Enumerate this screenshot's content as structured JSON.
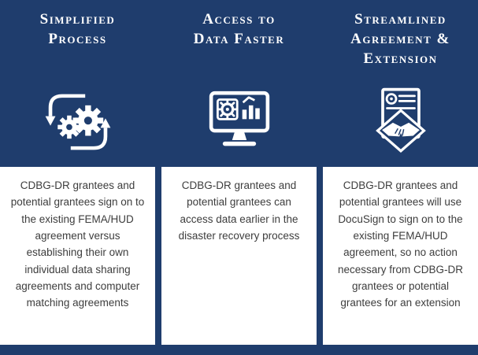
{
  "theme": {
    "background_navy": "#1f3d6d",
    "card_background": "#ffffff",
    "title_color": "#ffffff",
    "body_text_color": "#3d3d3d"
  },
  "columns": [
    {
      "title": "Simplified\nProcess",
      "icon": "process-cycle-gears-icon",
      "body": "CDBG-DR grantees and potential grantees sign on to the existing FEMA/HUD agreement versus establishing their own individual data sharing agreements and computer matching agreements"
    },
    {
      "title": "Access to\nData Faster",
      "icon": "monitor-analytics-icon",
      "body": "CDBG-DR grantees and potential grantees can access data earlier in the disaster recovery process"
    },
    {
      "title": "Streamlined\nAgreement &\nExtension",
      "icon": "document-handshake-icon",
      "body": "CDBG-DR grantees and potential grantees will use DocuSign to sign on to the existing FEMA/HUD agreement, so no action necessary from CDBG-DR grantees or potential grantees for an extension"
    }
  ]
}
